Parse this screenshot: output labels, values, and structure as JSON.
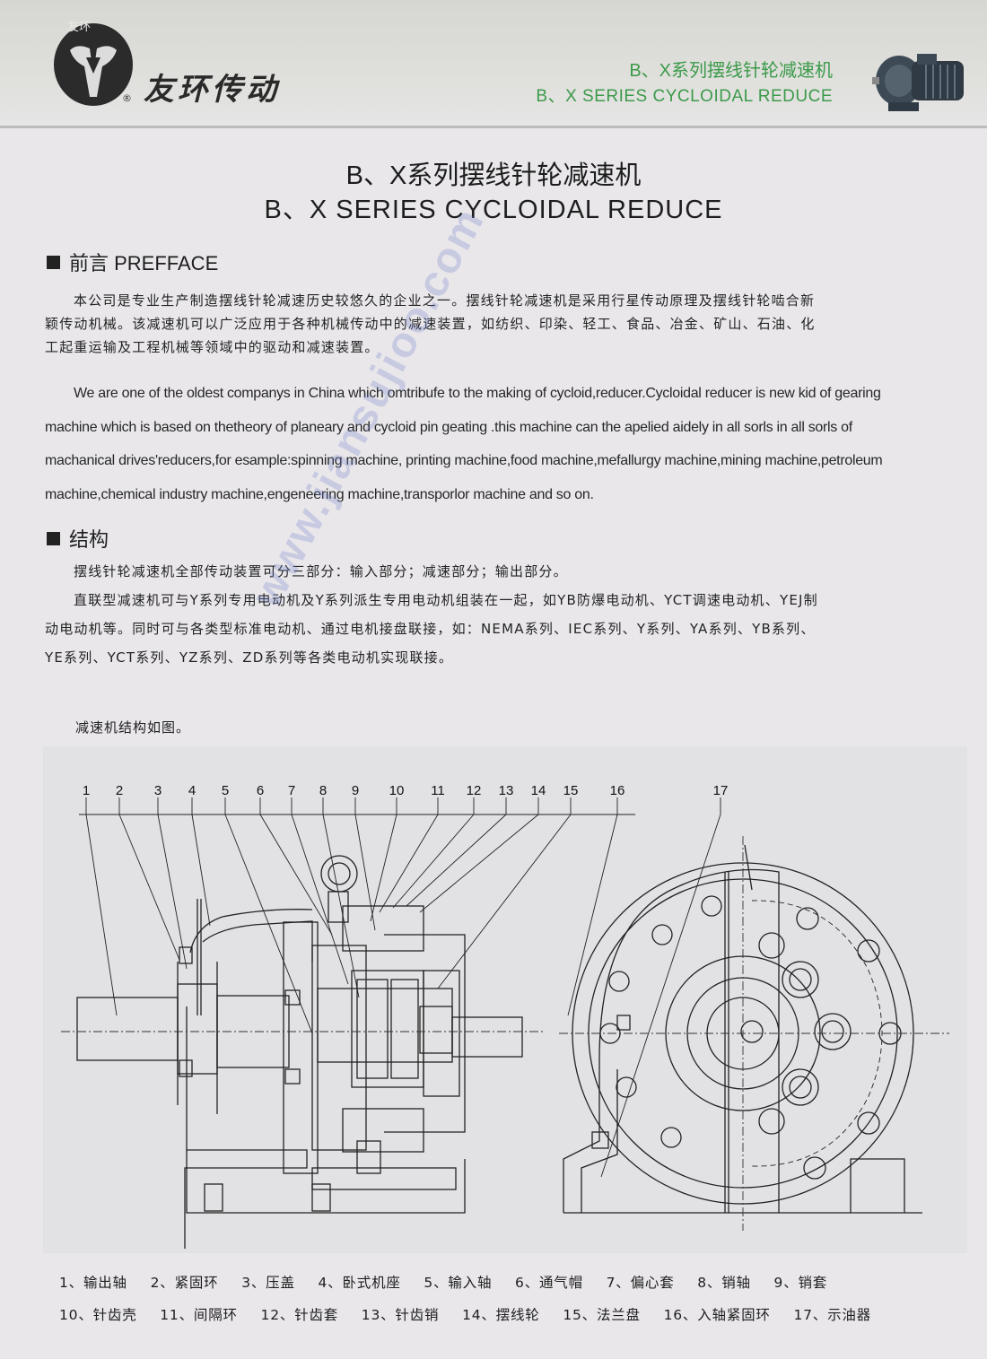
{
  "header": {
    "logo_badge": "友环",
    "brand": "友环传动",
    "reg_mark": "®",
    "title_cn": "B、X系列摆线针轮减速机",
    "title_en": "B、X SERIES CYCLOIDAL REDUCE"
  },
  "main": {
    "title_cn": "B、X系列摆线针轮减速机",
    "title_en": "B、X SERIES CYCLOIDAL REDUCE"
  },
  "preface": {
    "heading": "前言 PREFFACE",
    "cn_lines": [
      "本公司是专业生产制造摆线针轮减速历史较悠久的企业之一。摆线针轮减速机是采用行星传动原理及摆线针轮啮合新",
      "颖传动机械。该减速机可以广泛应用于各种机械传动中的减速装置，如纺织、印染、轻工、食品、冶金、矿山、石油、化",
      "工起重运输及工程机械等领域中的驱动和减速装置。"
    ],
    "en_lines": [
      "We are one of the oldest companys in China which omtribufe to the making of cycloid,reducer.Cycloidal reducer is new kid of gearing",
      "machine which is based on thetheory of planeary and cycloid pin geating .this machine can the apelied aidely in all sorls in all sorls of",
      "machanical drives'reducers,for esample:spinning machine, printing machine,food machine,mefallurgy machine,mining machine,petroleum",
      "machine,chemical industry  machine,engeneering machine,transporlor machine and so on."
    ]
  },
  "structure": {
    "heading": "结构",
    "p1": "摆线针轮减速机全部传动装置可分三部分：输入部分；减速部分；输出部分。",
    "p2_lines": [
      "直联型减速机可与Y系列专用电动机及Y系列派生专用电动机组装在一起，如YB防爆电动机、YCT调速电动机、YEJ制",
      "动电动机等。同时可与各类型标准电动机、通过电机接盘联接，如：NEMA系列、IEC系列、Y系列、YA系列、YB系列、",
      "YE系列、YCT系列、YZ系列、ZD系列等各类电动机实现联接。"
    ],
    "caption": "减速机结构如图。"
  },
  "diagram": {
    "labels": [
      "1",
      "2",
      "3",
      "4",
      "5",
      "6",
      "7",
      "8",
      "9",
      "10",
      "11",
      "12",
      "13",
      "14",
      "15",
      "16",
      "17"
    ]
  },
  "legend": {
    "row1": [
      "1、输出轴",
      "2、紧固环",
      "3、压盖",
      "4、卧式机座",
      "5、输入轴",
      "6、通气帽",
      "7、偏心套",
      "8、销轴",
      "9、销套"
    ],
    "row2": [
      "10、针齿壳",
      "11、间隔环",
      "12、针齿套",
      "13、针齿销",
      "14、摆线轮",
      "15、法兰盘",
      "16、入轴紧固环",
      "17、示油器"
    ]
  },
  "watermark": "www.jiansujioo.com",
  "colors": {
    "accent_green": "#3b9a4a",
    "paper": "#e9e7ea"
  }
}
